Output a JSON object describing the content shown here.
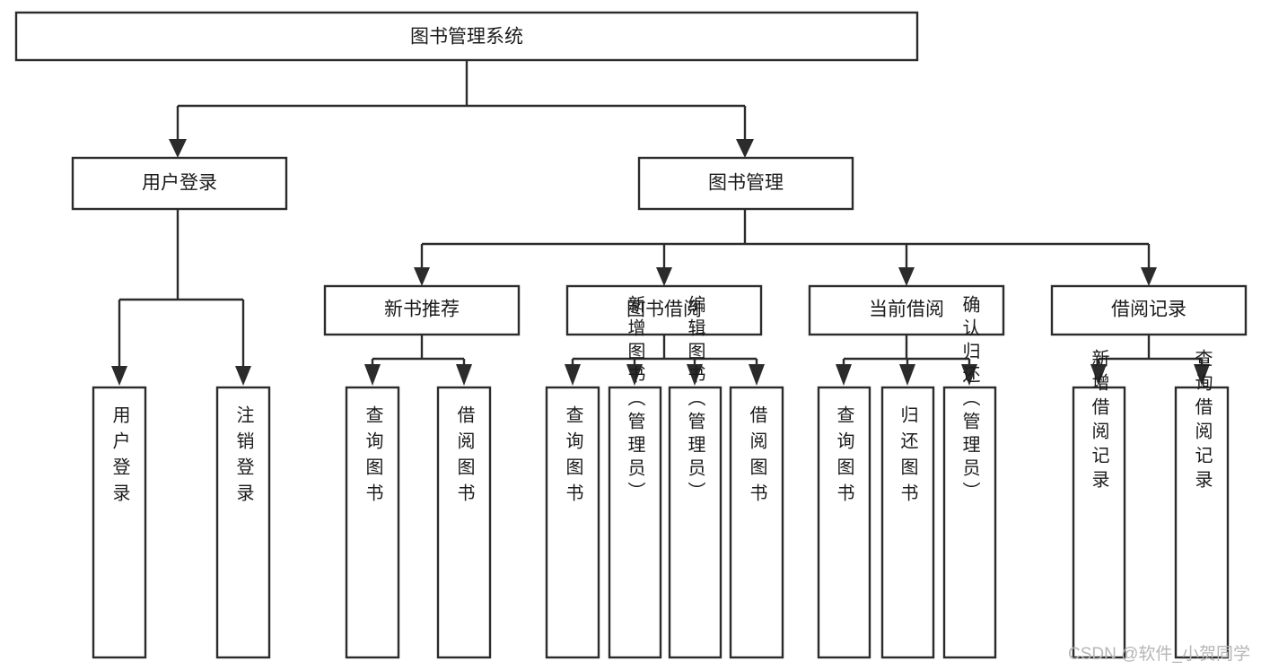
{
  "diagram": {
    "type": "hierarchy-tree",
    "title": "图书管理系统",
    "orientation": "top-down",
    "watermark": "CSDN @软件_小贺同学",
    "colors": {
      "box_fill": "#ffffff",
      "box_stroke": "#2b2b2b",
      "connector": "#2b2b2b",
      "text": "#1b1b1b",
      "watermark": "#b6b6b6",
      "background": "#ffffff"
    },
    "nodes": {
      "root": {
        "label": "图书管理系统"
      },
      "level2": [
        {
          "label": "用户登录"
        },
        {
          "label": "图书管理"
        }
      ],
      "level3": [
        {
          "label": "新书推荐"
        },
        {
          "label": "图书借阅"
        },
        {
          "label": "当前借阅"
        },
        {
          "label": "借阅记录"
        }
      ],
      "leaves": {
        "user_login": [
          {
            "label": "用户登录"
          },
          {
            "label": "注销登录"
          }
        ],
        "new_book_recommend": [
          {
            "label": "查询图书"
          },
          {
            "label": "借阅图书"
          }
        ],
        "book_borrow": [
          {
            "label": "查询图书"
          },
          {
            "label": "新增图书（管理员）"
          },
          {
            "label": "编辑图书（管理员）"
          },
          {
            "label": "借阅图书"
          }
        ],
        "current_borrow": [
          {
            "label": "查询图书"
          },
          {
            "label": "归还图书"
          },
          {
            "label": "确认归还（管理员）"
          }
        ],
        "borrow_record": [
          {
            "label": "新增借阅记录"
          },
          {
            "label": "查询借阅记录"
          }
        ]
      }
    }
  }
}
